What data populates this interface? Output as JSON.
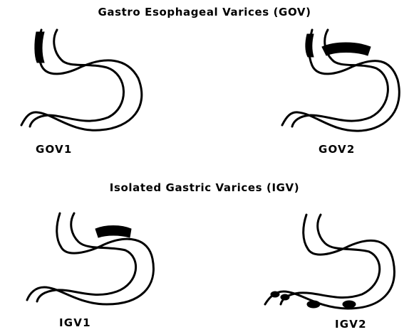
{
  "figure": {
    "section_gov_title": "Gastro Esophageal Varices (GOV)",
    "section_igv_title": "Isolated Gastric Varices (IGV)",
    "labels": {
      "gov1": "GOV1",
      "gov2": "GOV2",
      "igv1": "IGV1",
      "igv2": "IGV2"
    },
    "colors": {
      "line": "#000000",
      "background": "#ffffff"
    }
  }
}
